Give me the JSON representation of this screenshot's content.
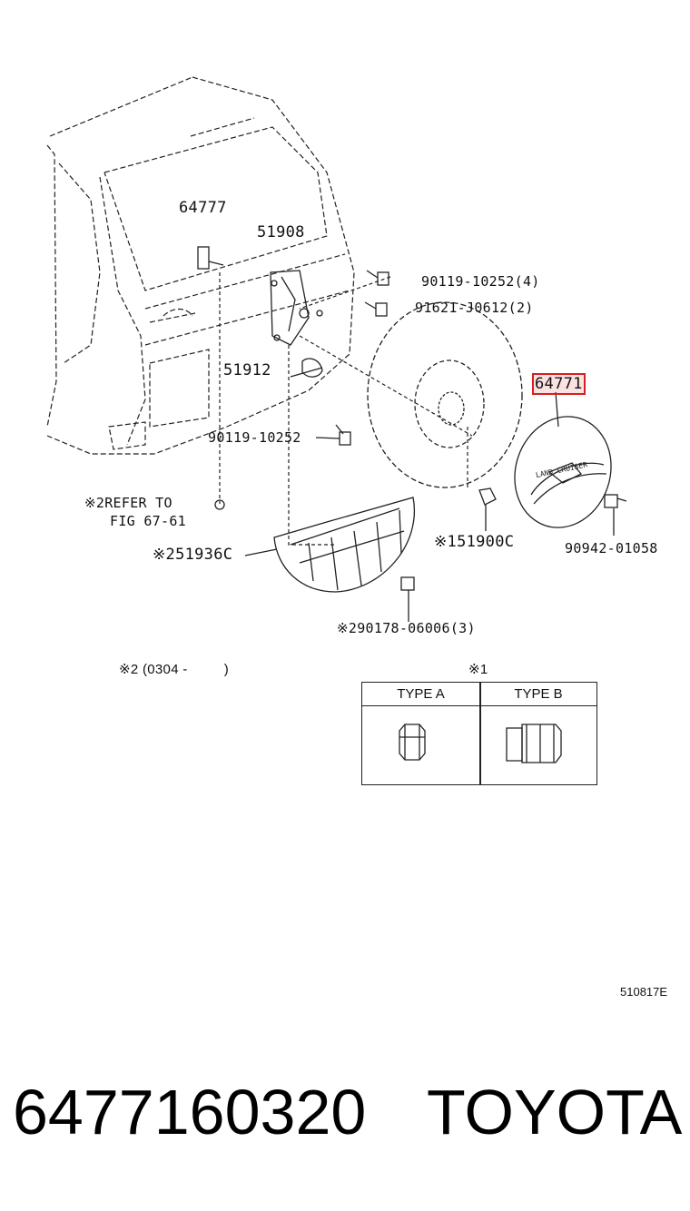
{
  "labels": {
    "p64777": "64777",
    "p51908": "51908",
    "p90119_4": "90119-10252(4)",
    "p91621": "91621-J0612(2)",
    "p64771": "64771",
    "p51912": "51912",
    "p90119": "90119-10252",
    "refer1": "※2REFER TO",
    "refer2": "FIG 67-61",
    "p51900c": "※151900C",
    "p90942": "90942-01058",
    "p51936c": "※251936C",
    "p90178": "※290178-06006(3)",
    "note2": "※2 (0304 -         )",
    "note1": "※1"
  },
  "table": {
    "type_a": "TYPE A",
    "type_b": "TYPE B"
  },
  "emblem_text": "LAND CRUISER",
  "image_code": "510817E",
  "footer": {
    "part_number": "6477160320",
    "brand": "TOYOTA"
  },
  "colors": {
    "highlight": "#d62020"
  }
}
